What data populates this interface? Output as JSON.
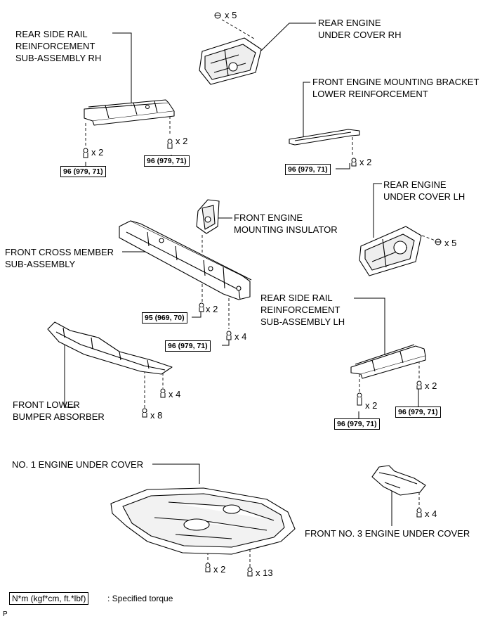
{
  "labels": {
    "rear_side_rail_rh": "REAR SIDE RAIL\nREINFORCEMENT\nSUB-ASSEMBLY RH",
    "rear_engine_under_cover_rh": "REAR ENGINE\nUNDER COVER RH",
    "front_engine_mounting_bracket": "FRONT ENGINE MOUNTING BRACKET\nLOWER REINFORCEMENT",
    "rear_engine_under_cover_lh": "REAR ENGINE\nUNDER COVER LH",
    "front_engine_mounting_insulator": "FRONT ENGINE\nMOUNTING INSULATOR",
    "front_cross_member": "FRONT CROSS MEMBER\nSUB-ASSEMBLY",
    "rear_side_rail_lh": "REAR SIDE RAIL\nREINFORCEMENT\nSUB-ASSEMBLY LH",
    "front_lower_bumper_absorber": "FRONT LOWER\nBUMPER ABSORBER",
    "no1_engine_under_cover": "NO. 1 ENGINE UNDER COVER",
    "front_no3_engine_under_cover": "FRONT NO. 3 ENGINE UNDER COVER"
  },
  "counts": {
    "x5_top": "x 5",
    "x2_rh_left": "x 2",
    "x2_rh_right": "x 2",
    "x2_bracket": "x 2",
    "x5_lh": "x 5",
    "x2_cross": "x 2",
    "x4_cross": "x 4",
    "x4_bumper": "x 4",
    "x8_bumper": "x 8",
    "x2_lh_left": "x 2",
    "x2_lh_right": "x 2",
    "x4_no3": "x 4",
    "x2_no1": "x 2",
    "x13_no1": "x 13"
  },
  "torques": {
    "t_rh_left": "96 (979, 71)",
    "t_rh_right": "96 (979, 71)",
    "t_bracket": "96 (979, 71)",
    "t_cross_a": "95 (969, 70)",
    "t_cross_b": "96 (979, 71)",
    "t_lh_left": "96 (979, 71)",
    "t_lh_right": "96 (979, 71)"
  },
  "legend": {
    "box": "N*m (kgf*cm, ft.*lbf)",
    "text": ": Specified torque"
  },
  "corner_mark": "P"
}
